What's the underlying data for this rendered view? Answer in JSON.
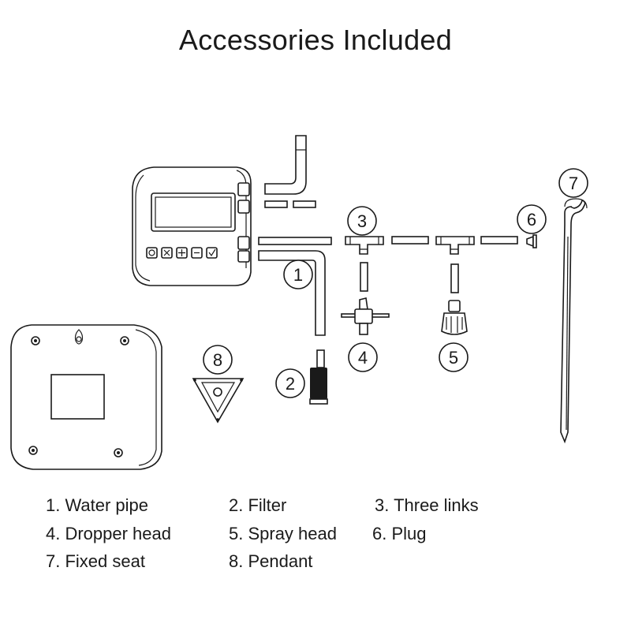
{
  "title": "Accessories Included",
  "callouts": [
    "1",
    "2",
    "3",
    "4",
    "5",
    "6",
    "7",
    "8"
  ],
  "legend": [
    "1. Water pipe",
    "2. Filter",
    "3. Three links",
    "4. Dropper head",
    "5. Spray head",
    "6. Plug",
    "7. Fixed seat",
    "8. Pendant"
  ],
  "icons": {
    "controller_buttons": [
      "power-icon",
      "cancel-icon",
      "plus-icon",
      "minus-icon",
      "check-icon"
    ]
  }
}
